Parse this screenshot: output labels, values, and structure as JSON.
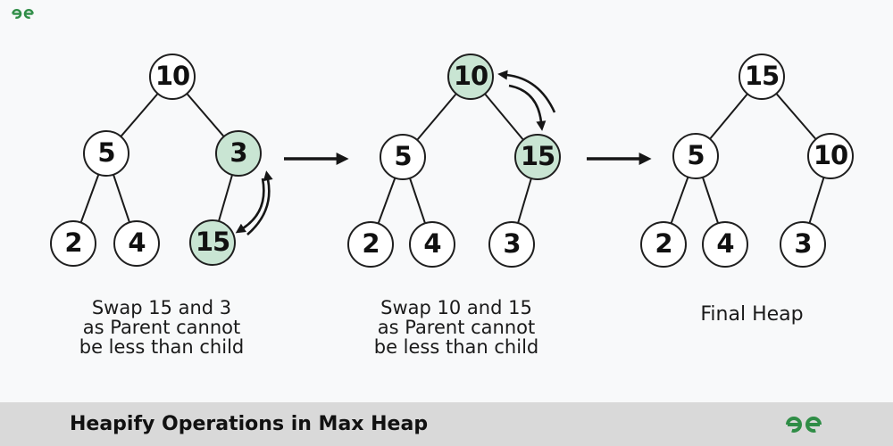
{
  "colors": {
    "background": "#f8f9fa",
    "node_fill": "#ffffff",
    "node_highlight_fill": "#c9e5d3",
    "node_border": "#1f1f1f",
    "edge_and_arrow": "#161616",
    "caption_text": "#1a1a1a",
    "footer_bar": "#d9d9d9",
    "footer_text": "#111111",
    "brand_green": "#2f8d46"
  },
  "header": {
    "watermark_icon": "geeksforgeeks-logo-mark"
  },
  "trees": [
    {
      "step": 1,
      "nodes": [
        {
          "value": "10",
          "highlighted": false
        },
        {
          "value": "5",
          "highlighted": false
        },
        {
          "value": "3",
          "highlighted": true
        },
        {
          "value": "2",
          "highlighted": false
        },
        {
          "value": "4",
          "highlighted": false
        },
        {
          "value": "15",
          "highlighted": true
        }
      ],
      "edges": [
        [
          0,
          1
        ],
        [
          0,
          2
        ],
        [
          1,
          3
        ],
        [
          1,
          4
        ],
        [
          2,
          5
        ]
      ],
      "swap_arrow_between": [
        "3",
        "15"
      ],
      "caption_lines": [
        "Swap 15 and 3",
        "as Parent cannot",
        "be less than child"
      ]
    },
    {
      "step": 2,
      "nodes": [
        {
          "value": "10",
          "highlighted": true
        },
        {
          "value": "5",
          "highlighted": false
        },
        {
          "value": "15",
          "highlighted": true
        },
        {
          "value": "2",
          "highlighted": false
        },
        {
          "value": "4",
          "highlighted": false
        },
        {
          "value": "3",
          "highlighted": false
        }
      ],
      "edges": [
        [
          0,
          1
        ],
        [
          0,
          2
        ],
        [
          1,
          3
        ],
        [
          1,
          4
        ],
        [
          2,
          5
        ]
      ],
      "swap_arrow_between": [
        "10",
        "15"
      ],
      "caption_lines": [
        "Swap 10 and 15",
        "as Parent cannot",
        "be less than child"
      ]
    },
    {
      "step": 3,
      "nodes": [
        {
          "value": "15",
          "highlighted": false
        },
        {
          "value": "5",
          "highlighted": false
        },
        {
          "value": "10",
          "highlighted": false
        },
        {
          "value": "2",
          "highlighted": false
        },
        {
          "value": "4",
          "highlighted": false
        },
        {
          "value": "3",
          "highlighted": false
        }
      ],
      "edges": [
        [
          0,
          1
        ],
        [
          0,
          2
        ],
        [
          1,
          3
        ],
        [
          1,
          4
        ],
        [
          2,
          5
        ]
      ],
      "caption_lines": [
        "Final Heap"
      ]
    }
  ],
  "footer": {
    "title": "Heapify Operations in Max Heap",
    "logo": "geeksforgeeks-logo"
  }
}
